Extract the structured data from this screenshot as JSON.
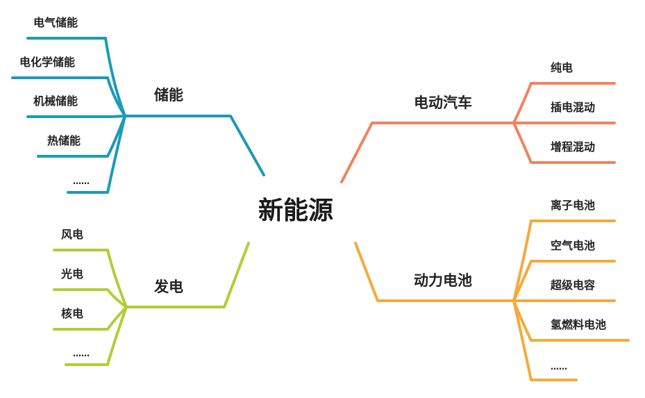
{
  "center": {
    "label": "新能源"
  },
  "branches": {
    "storage": {
      "label": "储能",
      "color": "#1b9ab9",
      "items": [
        "电气储能",
        "电化学储能",
        "机械储能",
        "热储能",
        "……"
      ]
    },
    "generation": {
      "label": "发电",
      "color": "#b5cc35",
      "items": [
        "风电",
        "光电",
        "核电",
        "……"
      ]
    },
    "ev": {
      "label": "电动汽车",
      "color": "#f0835f",
      "items": [
        "纯电",
        "插电混动",
        "增程混动"
      ]
    },
    "battery": {
      "label": "动力电池",
      "color": "#f6a93b",
      "items": [
        "离子电池",
        "空气电池",
        "超级电容",
        "氢燃料电池",
        "……"
      ]
    }
  }
}
